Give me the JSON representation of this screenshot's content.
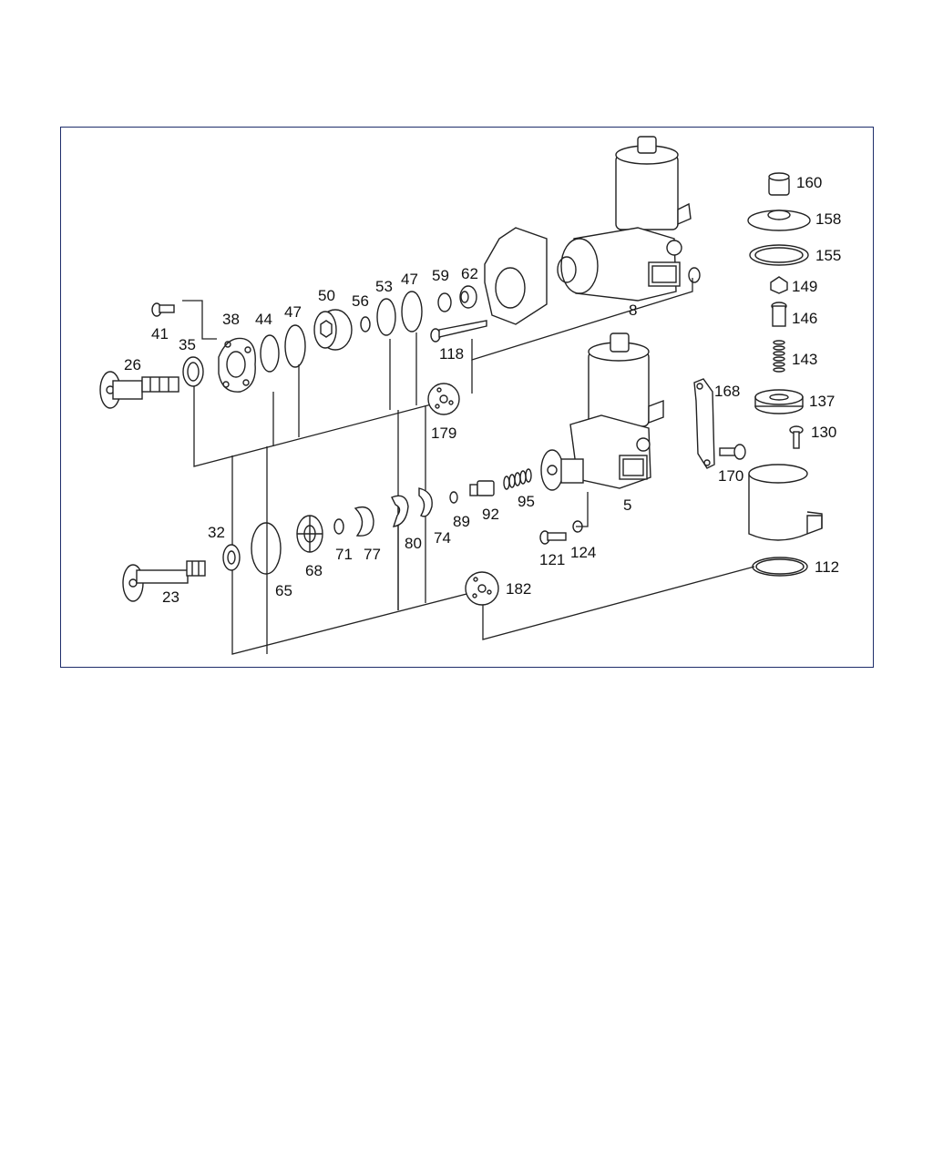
{
  "diagram": {
    "labels": {
      "p8": "8",
      "p5": "5",
      "p23": "23",
      "p26": "26",
      "p32": "32",
      "p35": "35",
      "p38": "38",
      "p41": "41",
      "p44": "44",
      "p47a": "47",
      "p47b": "47",
      "p50": "50",
      "p53": "53",
      "p56": "56",
      "p59": "59",
      "p62": "62",
      "p65": "65",
      "p68": "68",
      "p71": "71",
      "p74": "74",
      "p77": "77",
      "p80": "80",
      "p89": "89",
      "p92": "92",
      "p95": "95",
      "p112": "112",
      "p118": "118",
      "p121": "121",
      "p124": "124",
      "p130": "130",
      "p137": "137",
      "p143": "143",
      "p146": "146",
      "p149": "149",
      "p155": "155",
      "p158": "158",
      "p160": "160",
      "p168": "168",
      "p170": "170",
      "p179": "179",
      "p182": "182"
    },
    "colors": {
      "frame": "#1e2d6a",
      "ink": "#222222"
    }
  }
}
